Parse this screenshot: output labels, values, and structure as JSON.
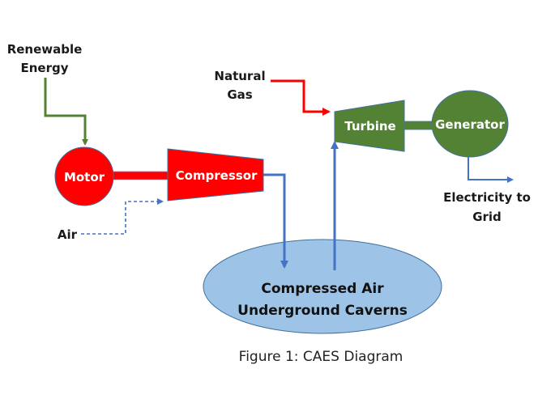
{
  "diagram": {
    "title": "CAES Diagram",
    "caption": "Figure 1: CAES Diagram",
    "colors": {
      "red": "#ff0000",
      "green": "#538135",
      "green_line": "#548235",
      "blue": "#4472c4",
      "cavern_fill": "#9dc3e6",
      "outline": "#41719c",
      "text": "#1a1a1a",
      "inner_text": "#ffffff"
    },
    "labels": {
      "renewable_line1": "Renewable",
      "renewable_line2": "Energy",
      "air": "Air",
      "natural_gas_line1": "Natural",
      "natural_gas_line2": "Gas",
      "electricity_line1": "Electricity to",
      "electricity_line2": "Grid"
    },
    "nodes": {
      "motor": "Motor",
      "compressor": "Compressor",
      "turbine": "Turbine",
      "generator": "Generator",
      "cavern_line1": "Compressed Air",
      "cavern_line2": "Underground Caverns"
    },
    "flows": [
      {
        "from": "Renewable Energy",
        "to": "Motor",
        "style": "solid",
        "color": "green"
      },
      {
        "from": "Motor",
        "to": "Compressor",
        "style": "shaft",
        "color": "red"
      },
      {
        "from": "Air",
        "to": "Compressor",
        "style": "dashed",
        "color": "blue"
      },
      {
        "from": "Compressor",
        "to": "Compressed Air Underground Caverns",
        "style": "solid",
        "color": "blue"
      },
      {
        "from": "Compressed Air Underground Caverns",
        "to": "Turbine",
        "style": "solid",
        "color": "blue"
      },
      {
        "from": "Natural Gas",
        "to": "Turbine",
        "style": "solid",
        "color": "red"
      },
      {
        "from": "Turbine",
        "to": "Generator",
        "style": "shaft",
        "color": "green"
      },
      {
        "from": "Generator",
        "to": "Electricity to Grid",
        "style": "solid",
        "color": "blue"
      }
    ]
  }
}
